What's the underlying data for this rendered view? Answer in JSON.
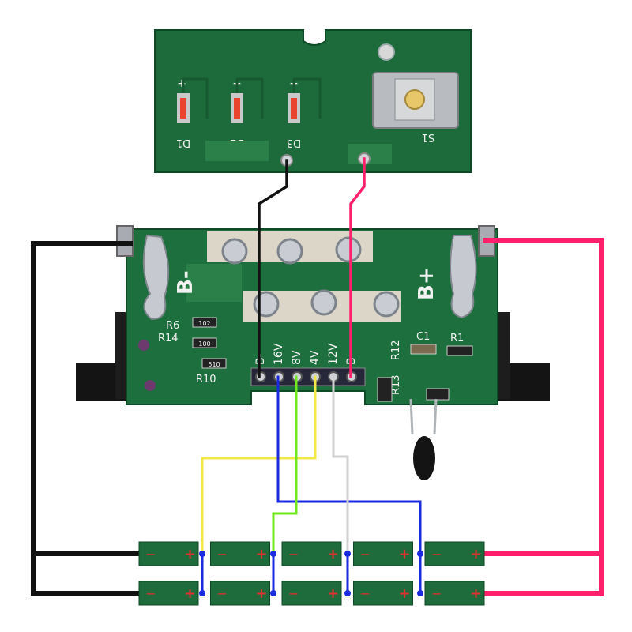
{
  "led_board": {
    "leds": [
      {
        "designator": "D1",
        "polarity": "+"
      },
      {
        "designator": "D2",
        "polarity": "+"
      },
      {
        "designator": "D3",
        "polarity": "+"
      }
    ],
    "switch": {
      "designator": "S1"
    }
  },
  "main_board": {
    "neg_label": "B-",
    "pos_label": "B+",
    "tap_labels": [
      "B-",
      "16V",
      "8V",
      "4V",
      "12V",
      "B"
    ],
    "resistors": [
      {
        "designator": "R6",
        "code": "102"
      },
      {
        "designator": "R14",
        "code": "100"
      },
      {
        "designator": "R10",
        "code": "510"
      },
      {
        "designator": "R12",
        "code": ""
      },
      {
        "designator": "R13",
        "code": ""
      },
      {
        "designator": "R1",
        "code": ""
      }
    ],
    "capacitor": {
      "designator": "C1"
    }
  },
  "battery_pack": {
    "rows": 2,
    "cells_per_row": 5,
    "cell_marks": {
      "negative": "−",
      "positive": "+"
    }
  },
  "wire_colors": {
    "negative": "#111111",
    "positive": "#ff1f6b",
    "tap_16v": "#1a2ae0",
    "tap_8v": "#6fe81e",
    "tap_4v": "#f2e84a",
    "tap_12v": "#d0d0d0",
    "pcb_green": "#1e6b3c",
    "solder": "#c8ccd2"
  }
}
